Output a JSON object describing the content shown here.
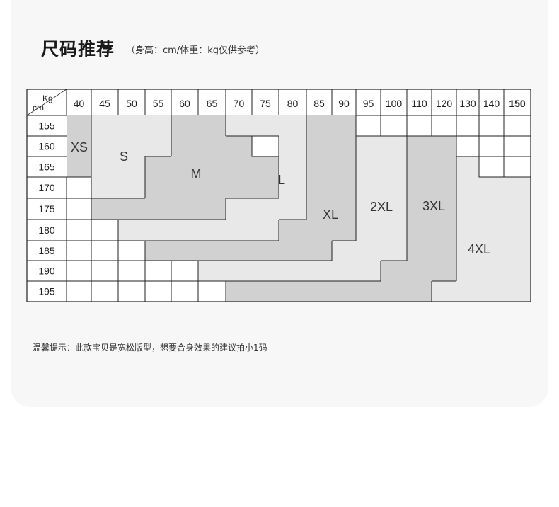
{
  "header": {
    "title": "尺码推荐",
    "subtitle": "（身高：cm/体重：kg仅供参考）"
  },
  "table": {
    "corner_weight": "Kg",
    "corner_height": "cm",
    "weights": [
      "40",
      "45",
      "50",
      "55",
      "60",
      "65",
      "70",
      "75",
      "80",
      "85",
      "90",
      "95",
      "100",
      "110",
      "120",
      "130",
      "140",
      "150"
    ],
    "heights": [
      "155",
      "160",
      "165",
      "170",
      "175",
      "180",
      "185",
      "190",
      "195"
    ]
  },
  "colors": {
    "light": "#e8e8e8",
    "dark": "#d1d1d1",
    "line": "#222222",
    "background": "#f7f7f7"
  },
  "chart_data": {
    "type": "table",
    "sizes": [
      {
        "name": "XS",
        "shade": "dark",
        "ranges": [
          {
            "height": "155",
            "weight": "40"
          },
          {
            "height": "160",
            "weight": "40"
          },
          {
            "height": "165",
            "weight": "40"
          }
        ]
      },
      {
        "name": "S",
        "shade": "light",
        "ranges": [
          {
            "height": "155",
            "weights": [
              "45",
              "60"
            ]
          },
          {
            "height": "160",
            "weights": [
              "45",
              "60"
            ]
          },
          {
            "height": "165",
            "weights": [
              "45",
              "55"
            ]
          },
          {
            "height": "170",
            "weights": [
              "45",
              "55"
            ]
          }
        ]
      },
      {
        "name": "M",
        "shade": "dark",
        "ranges": [
          {
            "height": "155",
            "weights": [
              "60",
              "65"
            ]
          },
          {
            "height": "160",
            "weights": [
              "60",
              "70"
            ]
          },
          {
            "height": "165",
            "weights": [
              "55",
              "80"
            ]
          },
          {
            "height": "170",
            "weights": [
              "55",
              "80"
            ]
          },
          {
            "height": "175",
            "weights": [
              "45",
              "70"
            ]
          }
        ]
      },
      {
        "name": "L",
        "shade": "light",
        "ranges": [
          {
            "height": "155",
            "weights": [
              "70",
              "85"
            ]
          },
          {
            "height": "160",
            "weights": [
              "80",
              "85"
            ]
          },
          {
            "height": "165",
            "weights": [
              "80",
              "85"
            ]
          },
          {
            "height": "170",
            "weights": [
              "80",
              "85"
            ]
          },
          {
            "height": "175",
            "weights": [
              "70",
              "85"
            ]
          },
          {
            "height": "180",
            "weights": [
              "50",
              "80"
            ]
          }
        ]
      },
      {
        "name": "XL",
        "shade": "dark",
        "ranges": [
          {
            "height": "155",
            "weights": [
              "85",
              "90"
            ]
          },
          {
            "height": "160",
            "weights": [
              "85",
              "90"
            ]
          },
          {
            "height": "165",
            "weights": [
              "85",
              "90"
            ]
          },
          {
            "height": "170",
            "weights": [
              "85",
              "90"
            ]
          },
          {
            "height": "175",
            "weights": [
              "85",
              "90"
            ]
          },
          {
            "height": "180",
            "weights": [
              "80",
              "90"
            ]
          },
          {
            "height": "185",
            "weights": [
              "55",
              "85"
            ]
          }
        ]
      },
      {
        "name": "2XL",
        "shade": "light",
        "ranges": [
          {
            "height": "160",
            "weights": [
              "95",
              "100"
            ]
          },
          {
            "height": "165",
            "weights": [
              "95",
              "100"
            ]
          },
          {
            "height": "170",
            "weights": [
              "95",
              "100"
            ]
          },
          {
            "height": "175",
            "weights": [
              "95",
              "100"
            ]
          },
          {
            "height": "180",
            "weights": [
              "95",
              "100"
            ]
          },
          {
            "height": "185",
            "weights": [
              "90",
              "100"
            ]
          },
          {
            "height": "190",
            "weights": [
              "65",
              "95"
            ]
          }
        ]
      },
      {
        "name": "3XL",
        "shade": "dark",
        "ranges": [
          {
            "height": "160",
            "weights": [
              "110",
              "120"
            ]
          },
          {
            "height": "165",
            "weights": [
              "110",
              "120"
            ]
          },
          {
            "height": "170",
            "weights": [
              "110",
              "120"
            ]
          },
          {
            "height": "175",
            "weights": [
              "110",
              "120"
            ]
          },
          {
            "height": "180",
            "weights": [
              "110",
              "120"
            ]
          },
          {
            "height": "185",
            "weights": [
              "110",
              "120"
            ]
          },
          {
            "height": "190",
            "weights": [
              "100",
              "120"
            ]
          },
          {
            "height": "195",
            "weights": [
              "70",
              "110"
            ]
          }
        ]
      },
      {
        "name": "4XL",
        "shade": "light",
        "ranges": [
          {
            "height": "165",
            "weights": [
              "130",
              "130"
            ]
          },
          {
            "height": "170",
            "weights": [
              "130",
              "150"
            ]
          },
          {
            "height": "175",
            "weights": [
              "130",
              "150"
            ]
          },
          {
            "height": "180",
            "weights": [
              "130",
              "150"
            ]
          },
          {
            "height": "185",
            "weights": [
              "130",
              "150"
            ]
          },
          {
            "height": "190",
            "weights": [
              "130",
              "150"
            ]
          },
          {
            "height": "195",
            "weights": [
              "120",
              "150"
            ]
          }
        ]
      }
    ]
  },
  "footer": {
    "note": "温馨提示：此款宝贝是宽松版型，想要合身效果的建议拍小1码"
  }
}
